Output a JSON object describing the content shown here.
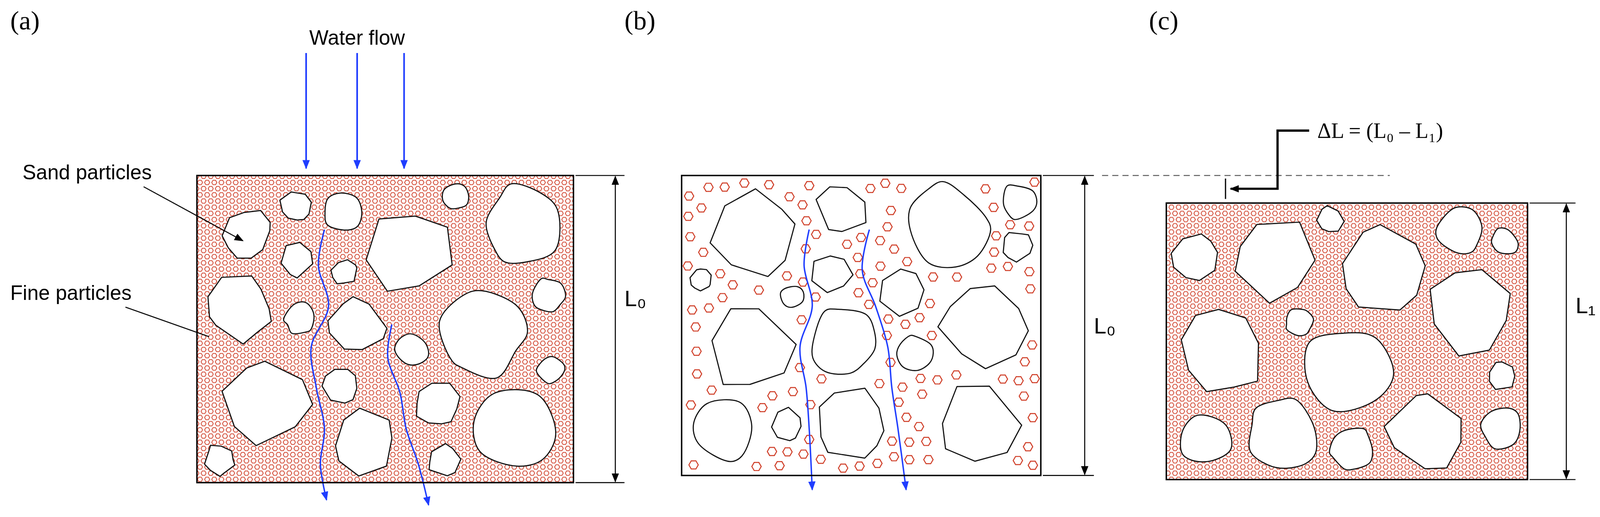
{
  "diagram": {
    "labels": [
      "(a)",
      "(b)",
      "(c)",
      "Water flow",
      "Sand particles",
      "Fine particles",
      "L₀",
      "L₀",
      "L₁",
      "ΔL = (L₀ – L₁)"
    ]
  }
}
